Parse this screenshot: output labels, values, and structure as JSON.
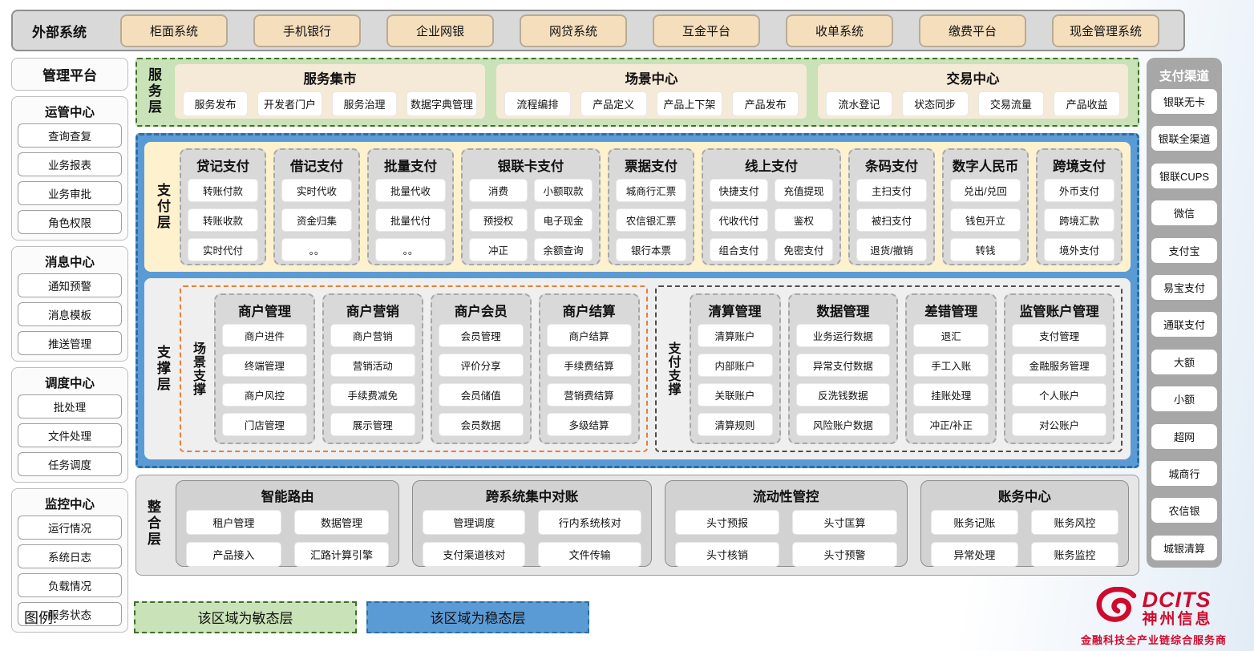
{
  "external_systems": {
    "label": "外部系统",
    "items": [
      "柜面系统",
      "手机银行",
      "企业网银",
      "网贷系统",
      "互金平台",
      "收单系统",
      "缴费平台",
      "现金管理系统"
    ]
  },
  "management_platform": {
    "title": "管理平台",
    "groups": [
      {
        "title": "运管中心",
        "items": [
          "查询查复",
          "业务报表",
          "业务审批",
          "角色权限"
        ]
      },
      {
        "title": "消息中心",
        "items": [
          "通知预警",
          "消息模板",
          "推送管理"
        ]
      },
      {
        "title": "调度中心",
        "items": [
          "批处理",
          "文件处理",
          "任务调度"
        ]
      },
      {
        "title": "监控中心",
        "items": [
          "运行情况",
          "系统日志",
          "负载情况",
          "服务状态"
        ]
      }
    ]
  },
  "service_layer": {
    "label": "服务层",
    "groups": [
      {
        "title": "服务集市",
        "items": [
          "服务发布",
          "开发者门户",
          "服务治理",
          "数据字典管理"
        ]
      },
      {
        "title": "场景中心",
        "items": [
          "流程编排",
          "产品定义",
          "产品上下架",
          "产品发布"
        ]
      },
      {
        "title": "交易中心",
        "items": [
          "流水登记",
          "状态同步",
          "交易流量",
          "产品收益"
        ]
      }
    ]
  },
  "payment_layer": {
    "label": "支付层",
    "columns": [
      {
        "title": "贷记支付",
        "cols": 1,
        "items": [
          "转账付款",
          "转账收款",
          "实时代付"
        ]
      },
      {
        "title": "借记支付",
        "cols": 1,
        "items": [
          "实时代收",
          "资金归集",
          "。。"
        ]
      },
      {
        "title": "批量支付",
        "cols": 1,
        "items": [
          "批量代收",
          "批量代付",
          "。。"
        ]
      },
      {
        "title": "银联卡支付",
        "cols": 2,
        "items": [
          "消费",
          "小额取款",
          "预授权",
          "电子现金",
          "冲正",
          "余额查询"
        ]
      },
      {
        "title": "票据支付",
        "cols": 1,
        "items": [
          "城商行汇票",
          "农信银汇票",
          "银行本票"
        ]
      },
      {
        "title": "线上支付",
        "cols": 2,
        "items": [
          "快捷支付",
          "充值提现",
          "代收代付",
          "鉴权",
          "组合支付",
          "免密支付"
        ]
      },
      {
        "title": "条码支付",
        "cols": 1,
        "items": [
          "主扫支付",
          "被扫支付",
          "退货/撤销"
        ]
      },
      {
        "title": "数字人民币",
        "cols": 1,
        "items": [
          "兑出/兑回",
          "钱包开立",
          "转钱"
        ]
      },
      {
        "title": "跨境支付",
        "cols": 1,
        "items": [
          "外币支付",
          "跨境汇款",
          "境外支付"
        ]
      }
    ]
  },
  "support_layer": {
    "label": "支撑层",
    "groups": [
      {
        "label": "场景支撑",
        "columns": [
          {
            "title": "商户管理",
            "items": [
              "商户进件",
              "终端管理",
              "商户风控",
              "门店管理"
            ]
          },
          {
            "title": "商户营销",
            "items": [
              "商户营销",
              "营销活动",
              "手续费减免",
              "展示管理"
            ]
          },
          {
            "title": "商户会员",
            "items": [
              "会员管理",
              "评价分享",
              "会员储值",
              "会员数据"
            ]
          },
          {
            "title": "商户结算",
            "items": [
              "商户结算",
              "手续费结算",
              "营销费结算",
              "多级结算"
            ]
          }
        ]
      },
      {
        "label": "支付支撑",
        "columns": [
          {
            "title": "清算管理",
            "items": [
              "清算账户",
              "内部账户",
              "关联账户",
              "清算规则"
            ]
          },
          {
            "title": "数据管理",
            "items": [
              "业务运行数据",
              "异常支付数据",
              "反洗钱数据",
              "风险账户数据"
            ]
          },
          {
            "title": "差错管理",
            "items": [
              "退汇",
              "手工入账",
              "挂账处理",
              "冲正/补正"
            ]
          },
          {
            "title": "监管账户管理",
            "items": [
              "支付管理",
              "金融服务管理",
              "个人账户",
              "对公账户"
            ]
          }
        ]
      }
    ]
  },
  "integration_layer": {
    "label": "整合层",
    "groups": [
      {
        "title": "智能路由",
        "items": [
          "租户管理",
          "数据管理",
          "产品接入",
          "汇路计算引擎"
        ]
      },
      {
        "title": "跨系统集中对账",
        "items": [
          "管理调度",
          "行内系统核对",
          "支付渠道核对",
          "文件传输"
        ]
      },
      {
        "title": "流动性管控",
        "items": [
          "头寸预报",
          "头寸匡算",
          "头寸核销",
          "头寸预警"
        ]
      },
      {
        "title": "账务中心",
        "items": [
          "账务记账",
          "账务风控",
          "异常处理",
          "账务监控"
        ]
      }
    ]
  },
  "payment_channels": {
    "title": "支付渠道",
    "items": [
      "银联无卡",
      "银联全渠道",
      "银联CUPS",
      "微信",
      "支付宝",
      "易宝支付",
      "通联支付",
      "大额",
      "小额",
      "超网",
      "城商行",
      "农信银",
      "城银清算"
    ]
  },
  "legend": {
    "label": "图例:",
    "agile": "该区域为敏态层",
    "stable": "该区域为稳态层"
  },
  "logo": {
    "name": "DCITS",
    "cn_name": "神州信息",
    "tagline": "金融科技全产业链综合服务商"
  },
  "colors": {
    "stable_blue": "#5b9bd5",
    "agile_green": "#c9e2b8",
    "payment_yellow": "#fdf2cd",
    "external_tan": "#f4debc",
    "card_gray": "#d9d9d9",
    "scene_orange": "#ed7d31",
    "brand_red": "#cf0a2c"
  }
}
